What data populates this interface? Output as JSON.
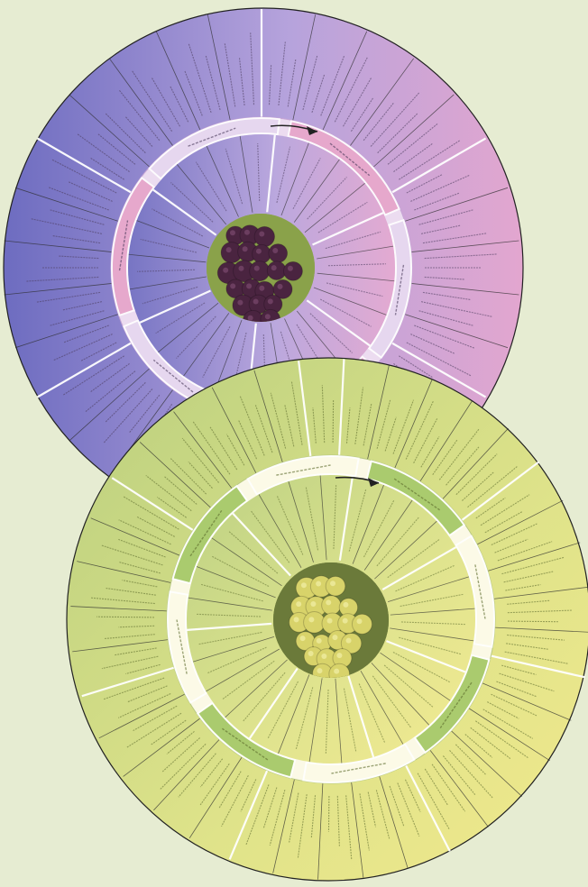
{
  "page": {
    "background": "#e6ecd2",
    "description_free": true
  },
  "wheels": [
    {
      "id": "red",
      "theme": "red-wine",
      "colors": {
        "outer_a": "#c9a3d6",
        "outer_b": "#6d6cc0",
        "inner_band": "#e6d7ef",
        "category_highlight": "#e59fc6",
        "divider": "#ffffff",
        "ink": "#4a3b5c",
        "grape_dark": "#4a2440",
        "grape_light": "#7a4a6d",
        "photo_bg": "#8aa24a"
      },
      "outer_segment_count": 30,
      "inner_segment_count": 24,
      "category_band_segments": 6,
      "photo": "red-grape-cluster"
    },
    {
      "id": "white",
      "theme": "white-wine",
      "colors": {
        "outer_a": "#c7d98a",
        "outer_b": "#eee88c",
        "inner_band": "#fdfbe8",
        "category_highlight": "#9cc45a",
        "divider": "#ffffff",
        "ink": "#5c6b2c",
        "grape_dark": "#d8d36a",
        "grape_light": "#f2f0a8",
        "photo_bg": "#6b7a3a"
      },
      "outer_segment_count": 36,
      "inner_segment_count": 28,
      "category_band_segments": 8,
      "photo": "white-grape-cluster"
    }
  ]
}
